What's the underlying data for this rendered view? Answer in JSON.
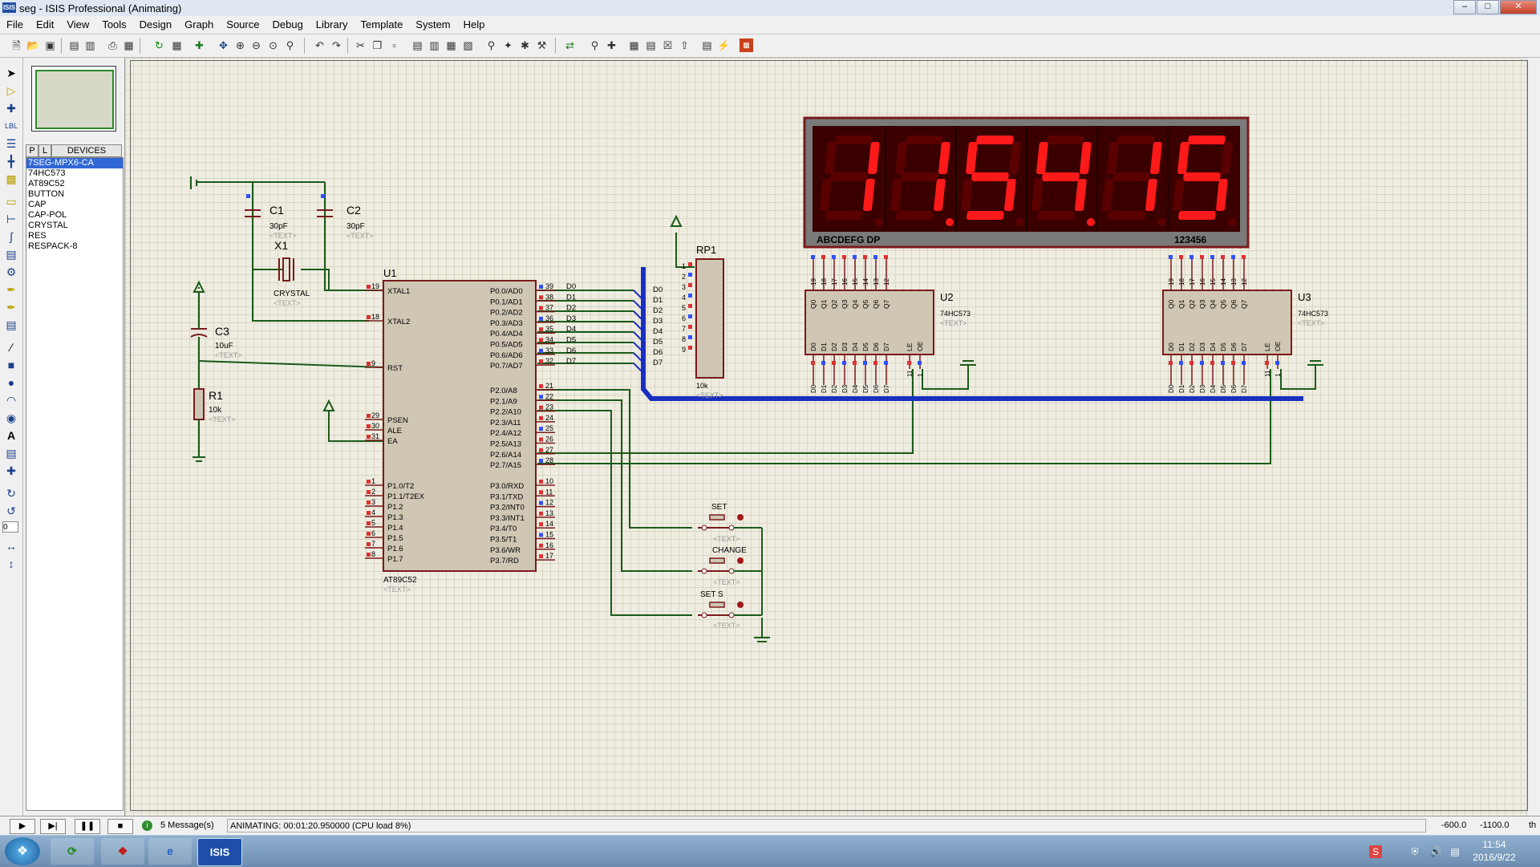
{
  "window": {
    "title": "seg - ISIS Professional (Animating)",
    "app_icon": "ISIS"
  },
  "menu": [
    "File",
    "Edit",
    "View",
    "Tools",
    "Design",
    "Graph",
    "Source",
    "Debug",
    "Library",
    "Template",
    "System",
    "Help"
  ],
  "devices": {
    "tab_p": "P",
    "tab_l": "L",
    "header": "DEVICES",
    "items": [
      "7SEG-MPX6-CA",
      "74HC573",
      "AT89C52",
      "BUTTON",
      "CAP",
      "CAP-POL",
      "CRYSTAL",
      "RES",
      "RESPACK-8"
    ],
    "selected": "7SEG-MPX6-CA"
  },
  "left_tools": {
    "rotation_value": "0"
  },
  "schematic": {
    "u1": {
      "ref": "U1",
      "part": "AT89C52",
      "text": "<TEXT>",
      "left_pins": [
        {
          "num": "19",
          "name": "XTAL1"
        },
        {
          "num": "18",
          "name": "XTAL2"
        },
        {
          "num": "9",
          "name": "RST"
        },
        {
          "num": "29",
          "name": "PSEN"
        },
        {
          "num": "30",
          "name": "ALE"
        },
        {
          "num": "31",
          "name": "EA"
        },
        {
          "num": "1",
          "name": "P1.0/T2"
        },
        {
          "num": "2",
          "name": "P1.1/T2EX"
        },
        {
          "num": "3",
          "name": "P1.2"
        },
        {
          "num": "4",
          "name": "P1.3"
        },
        {
          "num": "5",
          "name": "P1.4"
        },
        {
          "num": "6",
          "name": "P1.5"
        },
        {
          "num": "7",
          "name": "P1.6"
        },
        {
          "num": "8",
          "name": "P1.7"
        }
      ],
      "right_pins": [
        {
          "num": "39",
          "name": "P0.0/AD0"
        },
        {
          "num": "38",
          "name": "P0.1/AD1"
        },
        {
          "num": "37",
          "name": "P0.2/AD2"
        },
        {
          "num": "36",
          "name": "P0.3/AD3"
        },
        {
          "num": "35",
          "name": "P0.4/AD4"
        },
        {
          "num": "34",
          "name": "P0.5/AD5"
        },
        {
          "num": "33",
          "name": "P0.6/AD6"
        },
        {
          "num": "32",
          "name": "P0.7/AD7"
        },
        {
          "num": "21",
          "name": "P2.0/A8"
        },
        {
          "num": "22",
          "name": "P2.1/A9"
        },
        {
          "num": "23",
          "name": "P2.2/A10"
        },
        {
          "num": "24",
          "name": "P2.3/A11"
        },
        {
          "num": "25",
          "name": "P2.4/A12"
        },
        {
          "num": "26",
          "name": "P2.5/A13"
        },
        {
          "num": "27",
          "name": "P2.6/A14"
        },
        {
          "num": "28",
          "name": "P2.7/A15"
        },
        {
          "num": "10",
          "name": "P3.0/RXD"
        },
        {
          "num": "11",
          "name": "P3.1/TXD"
        },
        {
          "num": "12",
          "name": "P3.2/INT0"
        },
        {
          "num": "13",
          "name": "P3.3/INT1"
        },
        {
          "num": "14",
          "name": "P3.4/T0"
        },
        {
          "num": "15",
          "name": "P3.5/T1"
        },
        {
          "num": "16",
          "name": "P3.6/WR"
        },
        {
          "num": "17",
          "name": "P3.7/RD"
        }
      ],
      "port0_labels": [
        "D0",
        "D1",
        "D2",
        "D3",
        "D4",
        "D5",
        "D6",
        "D7"
      ]
    },
    "c1": {
      "ref": "C1",
      "value": "30pF",
      "text": "<TEXT>"
    },
    "c2": {
      "ref": "C2",
      "value": "30pF",
      "text": "<TEXT>"
    },
    "x1": {
      "ref": "X1",
      "value": "CRYSTAL",
      "text": "<TEXT>"
    },
    "c3": {
      "ref": "C3",
      "value": "10uF",
      "text": "<TEXT>"
    },
    "r1": {
      "ref": "R1",
      "value": "10k",
      "text": "<TEXT>"
    },
    "rp1": {
      "ref": "RP1",
      "value": "10k",
      "text": "<TEXT>",
      "pins": [
        "1",
        "2",
        "3",
        "4",
        "5",
        "6",
        "7",
        "8",
        "9"
      ],
      "labels": [
        "D0",
        "D1",
        "D2",
        "D3",
        "D4",
        "D5",
        "D6",
        "D7"
      ]
    },
    "display": {
      "digits": [
        "1",
        "1.",
        "5",
        "4.",
        "1",
        "5"
      ],
      "seg_label": "ABCDEFG DP",
      "digit_label": "123456",
      "color_on": "#ff1a1a",
      "color_off": "#5a0000"
    },
    "u2": {
      "ref": "U2",
      "part": "74HC573",
      "text": "<TEXT>"
    },
    "u3": {
      "ref": "U3",
      "part": "74HC573",
      "text": "<TEXT>"
    },
    "latch": {
      "top_pins": [
        "19",
        "18",
        "17",
        "16",
        "15",
        "14",
        "13",
        "12"
      ],
      "q_names": [
        "Q0",
        "Q1",
        "Q2",
        "Q3",
        "Q4",
        "Q5",
        "Q6",
        "Q7"
      ],
      "d_names": [
        "D0",
        "D1",
        "D2",
        "D3",
        "D4",
        "D5",
        "D6",
        "D7"
      ],
      "ctrl_names": [
        "LE",
        "OE"
      ],
      "bottom_pins": [
        "D0",
        "D1",
        "D2",
        "D3",
        "D4",
        "D5",
        "D6",
        "D7"
      ],
      "ctrl_pins": [
        "11",
        "1"
      ]
    },
    "buttons": [
      {
        "label": "SET",
        "text": "<TEXT>"
      },
      {
        "label": "CHANGE",
        "text": "<TEXT>"
      },
      {
        "label": "SET S",
        "text": "<TEXT>"
      }
    ]
  },
  "status": {
    "messages": "5 Message(s)",
    "animating": "ANIMATING: 00:01:20.950000 (CPU load 8%)",
    "coord_x": "-600.0",
    "coord_y": "-1100.0",
    "units": "th"
  },
  "taskbar": {
    "isis_label": "ISIS",
    "time": "11:54",
    "date": "2016/9/22"
  }
}
